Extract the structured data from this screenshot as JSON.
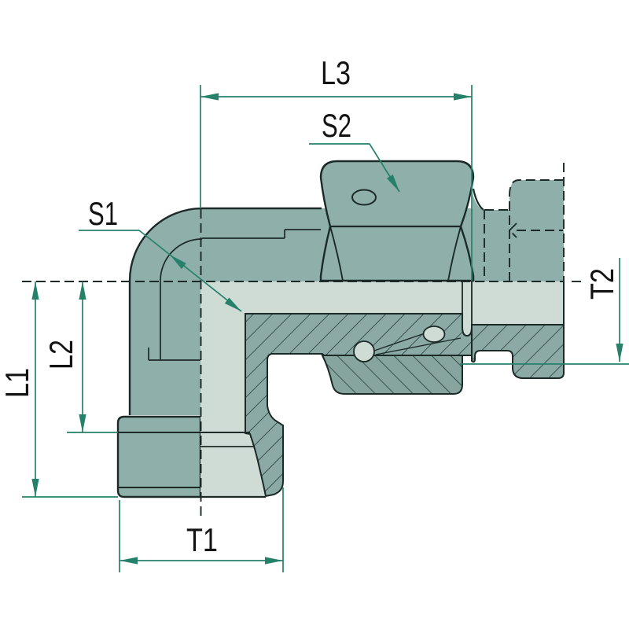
{
  "diagram": {
    "title": "Sectional technical drawing of a 90-degree adjustable elbow tube fitting with dimension callouts",
    "labels": {
      "l1": "L1",
      "l2": "L2",
      "l3": "L3",
      "s1": "S1",
      "s2": "S2",
      "t1": "T1",
      "t2": "T2"
    },
    "colors": {
      "dimension_teal": "#26816b",
      "body_green": "#8fafaa",
      "body_green_hatched": "#8baaa5",
      "bore_pale": "#cfdbd5",
      "outline_dark": "#1b2a27",
      "label_text": "#131313",
      "background": "#ffffff"
    }
  }
}
